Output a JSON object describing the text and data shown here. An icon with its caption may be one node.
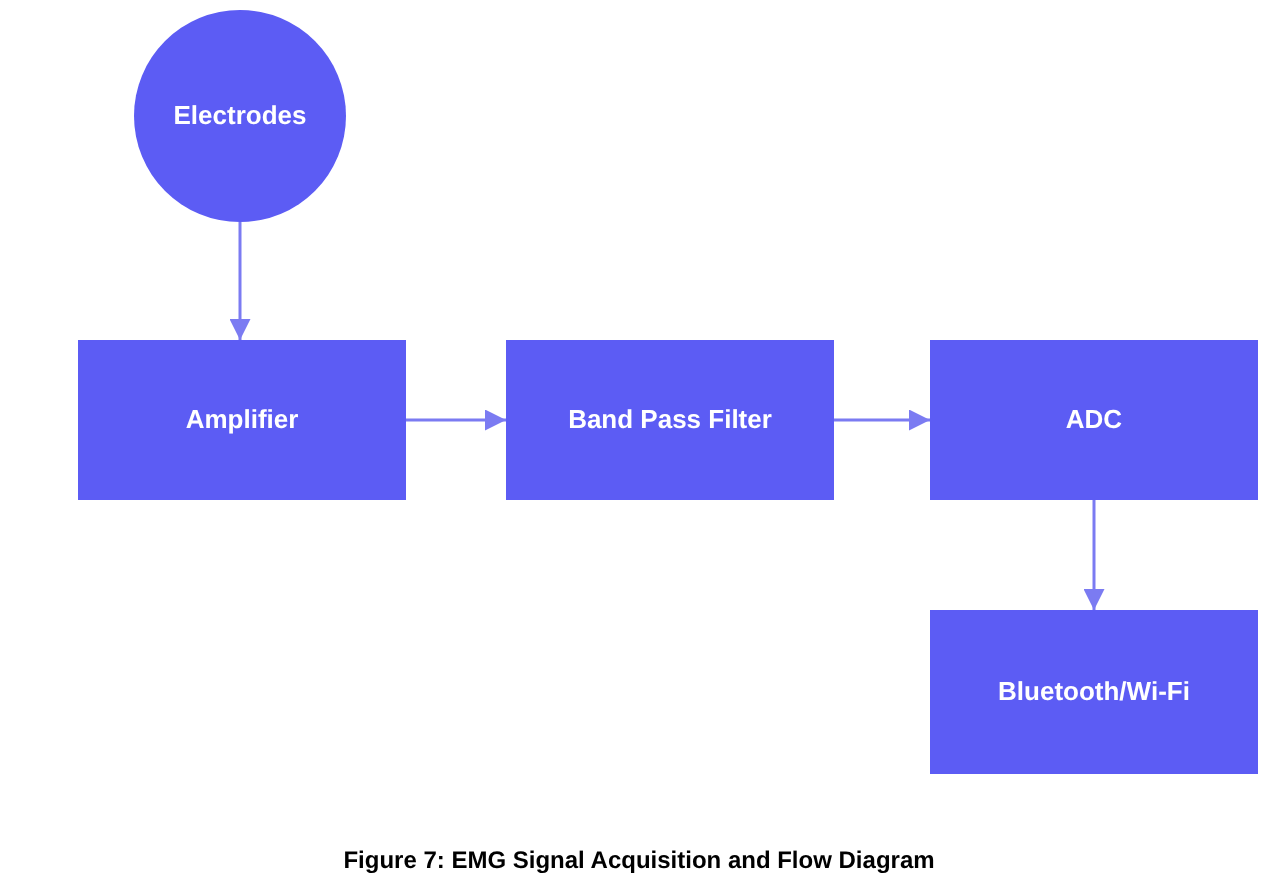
{
  "diagram": {
    "caption": "Figure 7: EMG Signal Acquisition and Flow Diagram",
    "nodes": [
      {
        "text": [
          "Electrodes"
        ]
      },
      {
        "text": [
          "Amplifier"
        ]
      },
      {
        "text": [
          "Band Pass Filter"
        ]
      },
      {
        "text": [
          "ADC"
        ]
      },
      {
        "text": [
          "Bluetooth/Wi-Fi"
        ]
      }
    ],
    "edges": [
      {
        "from": 0,
        "to": 1,
        "arrow": "to"
      },
      {
        "from": 1,
        "to": 2,
        "arrow": "to"
      },
      {
        "from": 2,
        "to": 3,
        "arrow": "to"
      },
      {
        "from": 3,
        "to": 4,
        "arrow": "to"
      }
    ]
  }
}
